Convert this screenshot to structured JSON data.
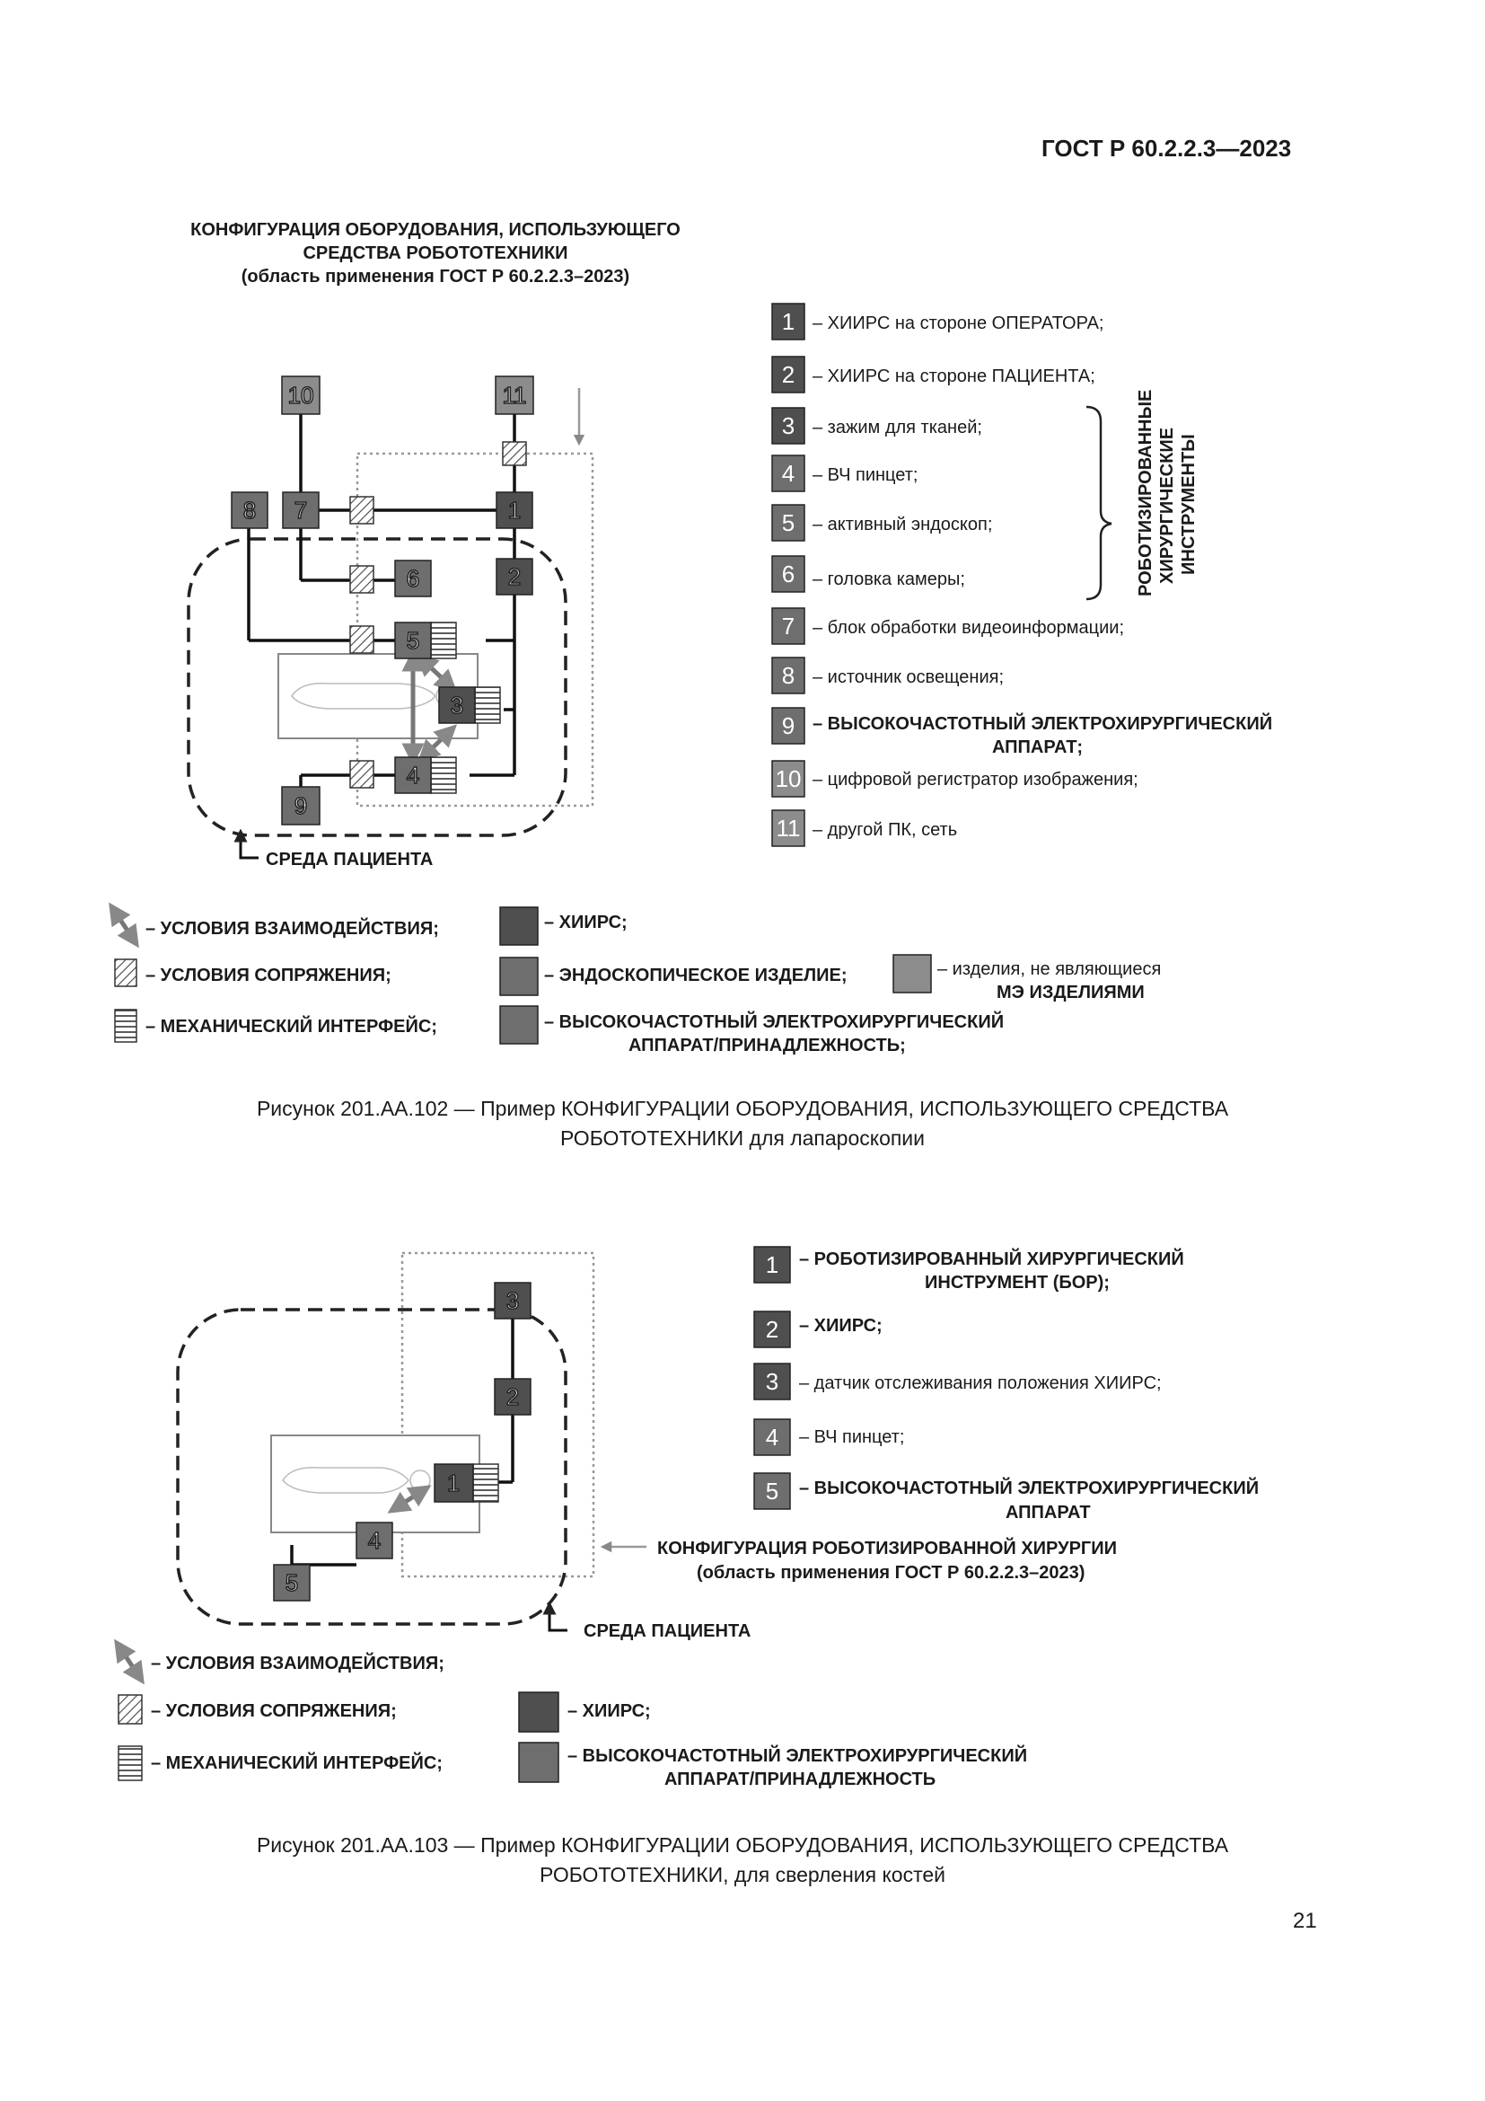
{
  "header": {
    "standard": "ГОСТ Р 60.2.2.3—2023"
  },
  "page_number": "21",
  "colors": {
    "dark": "#4f4f4f",
    "medium": "#6e6e6e",
    "light": "#8c8c8c",
    "lightest": "#a8a8a8"
  },
  "fig1": {
    "title_line1": "КОНФИГУРАЦИЯ ОБОРУДОВАНИЯ, ИСПОЛЬЗУЮЩЕГО",
    "title_line2": "СРЕДСТВА РОБОТОТЕХНИКИ",
    "title_line3": "(область применения ГОСТ Р 60.2.2.3–2023)",
    "env_label": "СРЕДА ПАЦИЕНТА",
    "nodes": [
      "1",
      "2",
      "3",
      "4",
      "5",
      "6",
      "7",
      "8",
      "9",
      "10",
      "11"
    ],
    "key": [
      {
        "num": "1",
        "text": "– ХИИРС на стороне ОПЕРАТОРА;"
      },
      {
        "num": "2",
        "text": "– ХИИРС на стороне ПАЦИЕНТА;"
      },
      {
        "num": "3",
        "text": "– зажим для тканей;"
      },
      {
        "num": "4",
        "text": "– ВЧ пинцет;"
      },
      {
        "num": "5",
        "text": "– активный эндоскоп;"
      },
      {
        "num": "6",
        "text": "– головка камеры;"
      },
      {
        "num": "7",
        "text": "– блок обработки видеоинформации;"
      },
      {
        "num": "8",
        "text": "– источник освещения;"
      },
      {
        "num": "9",
        "text": "– ВЫСОКОЧАСТОТНЫЙ ЭЛЕКТРОХИРУРГИЧЕСКИЙ",
        "text2": "АППАРАТ;"
      },
      {
        "num": "10",
        "text": "– цифровой регистратор изображения;"
      },
      {
        "num": "11",
        "text": "– другой ПК, сеть"
      }
    ],
    "bracket_label_1": "РОБОТИЗИРОВАННЫЕ",
    "bracket_label_2": "ХИРУРГИЧЕСКИЕ",
    "bracket_label_3": "ИНСТРУМЕНТЫ",
    "legend": {
      "interaction": "– УСЛОВИЯ ВЗАИМОДЕЙСТВИЯ;",
      "coupling": "– УСЛОВИЯ СОПРЯЖЕНИЯ;",
      "mechanical": "– МЕХАНИЧЕСКИЙ ИНТЕРФЕЙС;",
      "hiirs": "– ХИИРС;",
      "endoscopic": "– ЭНДОСКОПИЧЕСКОЕ ИЗДЕЛИЕ;",
      "hf_1": "– ВЫСОКОЧАСТОТНЫЙ ЭЛЕКТРОХИРУРГИЧЕСКИЙ",
      "hf_2": "АППАРАТ/ПРИНАДЛЕЖНОСТЬ;",
      "non_me_1": "– изделия, не являющиеся",
      "non_me_2": "МЭ ИЗДЕЛИЯМИ"
    },
    "caption_line1": "Рисунок 201.АА.102 — Пример КОНФИГУРАЦИИ ОБОРУДОВАНИЯ, ИСПОЛЬЗУЮЩЕГО СРЕДСТВА",
    "caption_line2": "РОБОТОТЕХНИКИ для лапароскопии"
  },
  "fig2": {
    "env_label": "СРЕДА ПАЦИЕНТА",
    "config_label_1": "КОНФИГУРАЦИЯ РОБОТИЗИРОВАННОЙ ХИРУРГИИ",
    "config_label_2": "(область применения ГОСТ Р 60.2.2.3–2023)",
    "nodes": [
      "1",
      "2",
      "3",
      "4",
      "5"
    ],
    "key": [
      {
        "num": "1",
        "text": "– РОБОТИЗИРОВАННЫЙ ХИРУРГИЧЕСКИЙ",
        "text2": "ИНСТРУМЕНТ (БОР);"
      },
      {
        "num": "2",
        "text": "– ХИИРС;"
      },
      {
        "num": "3",
        "text": "– датчик отслеживания положения ХИИРС;"
      },
      {
        "num": "4",
        "text": "– ВЧ пинцет;"
      },
      {
        "num": "5",
        "text": "– ВЫСОКОЧАСТОТНЫЙ ЭЛЕКТРОХИРУРГИЧЕСКИЙ",
        "text2": "АППАРАТ"
      }
    ],
    "legend": {
      "interaction": "– УСЛОВИЯ ВЗАИМОДЕЙСТВИЯ;",
      "coupling": "– УСЛОВИЯ СОПРЯЖЕНИЯ;",
      "mechanical": "– МЕХАНИЧЕСКИЙ ИНТЕРФЕЙС;",
      "hiirs": "– ХИИРС;",
      "hf_1": "– ВЫСОКОЧАСТОТНЫЙ ЭЛЕКТРОХИРУРГИЧЕСКИЙ",
      "hf_2": "АППАРАТ/ПРИНАДЛЕЖНОСТЬ"
    },
    "caption_line1": "Рисунок 201.АА.103 — Пример КОНФИГУРАЦИИ ОБОРУДОВАНИЯ, ИСПОЛЬЗУЮЩЕГО СРЕДСТВА",
    "caption_line2": "РОБОТОТЕХНИКИ, для сверления костей"
  }
}
